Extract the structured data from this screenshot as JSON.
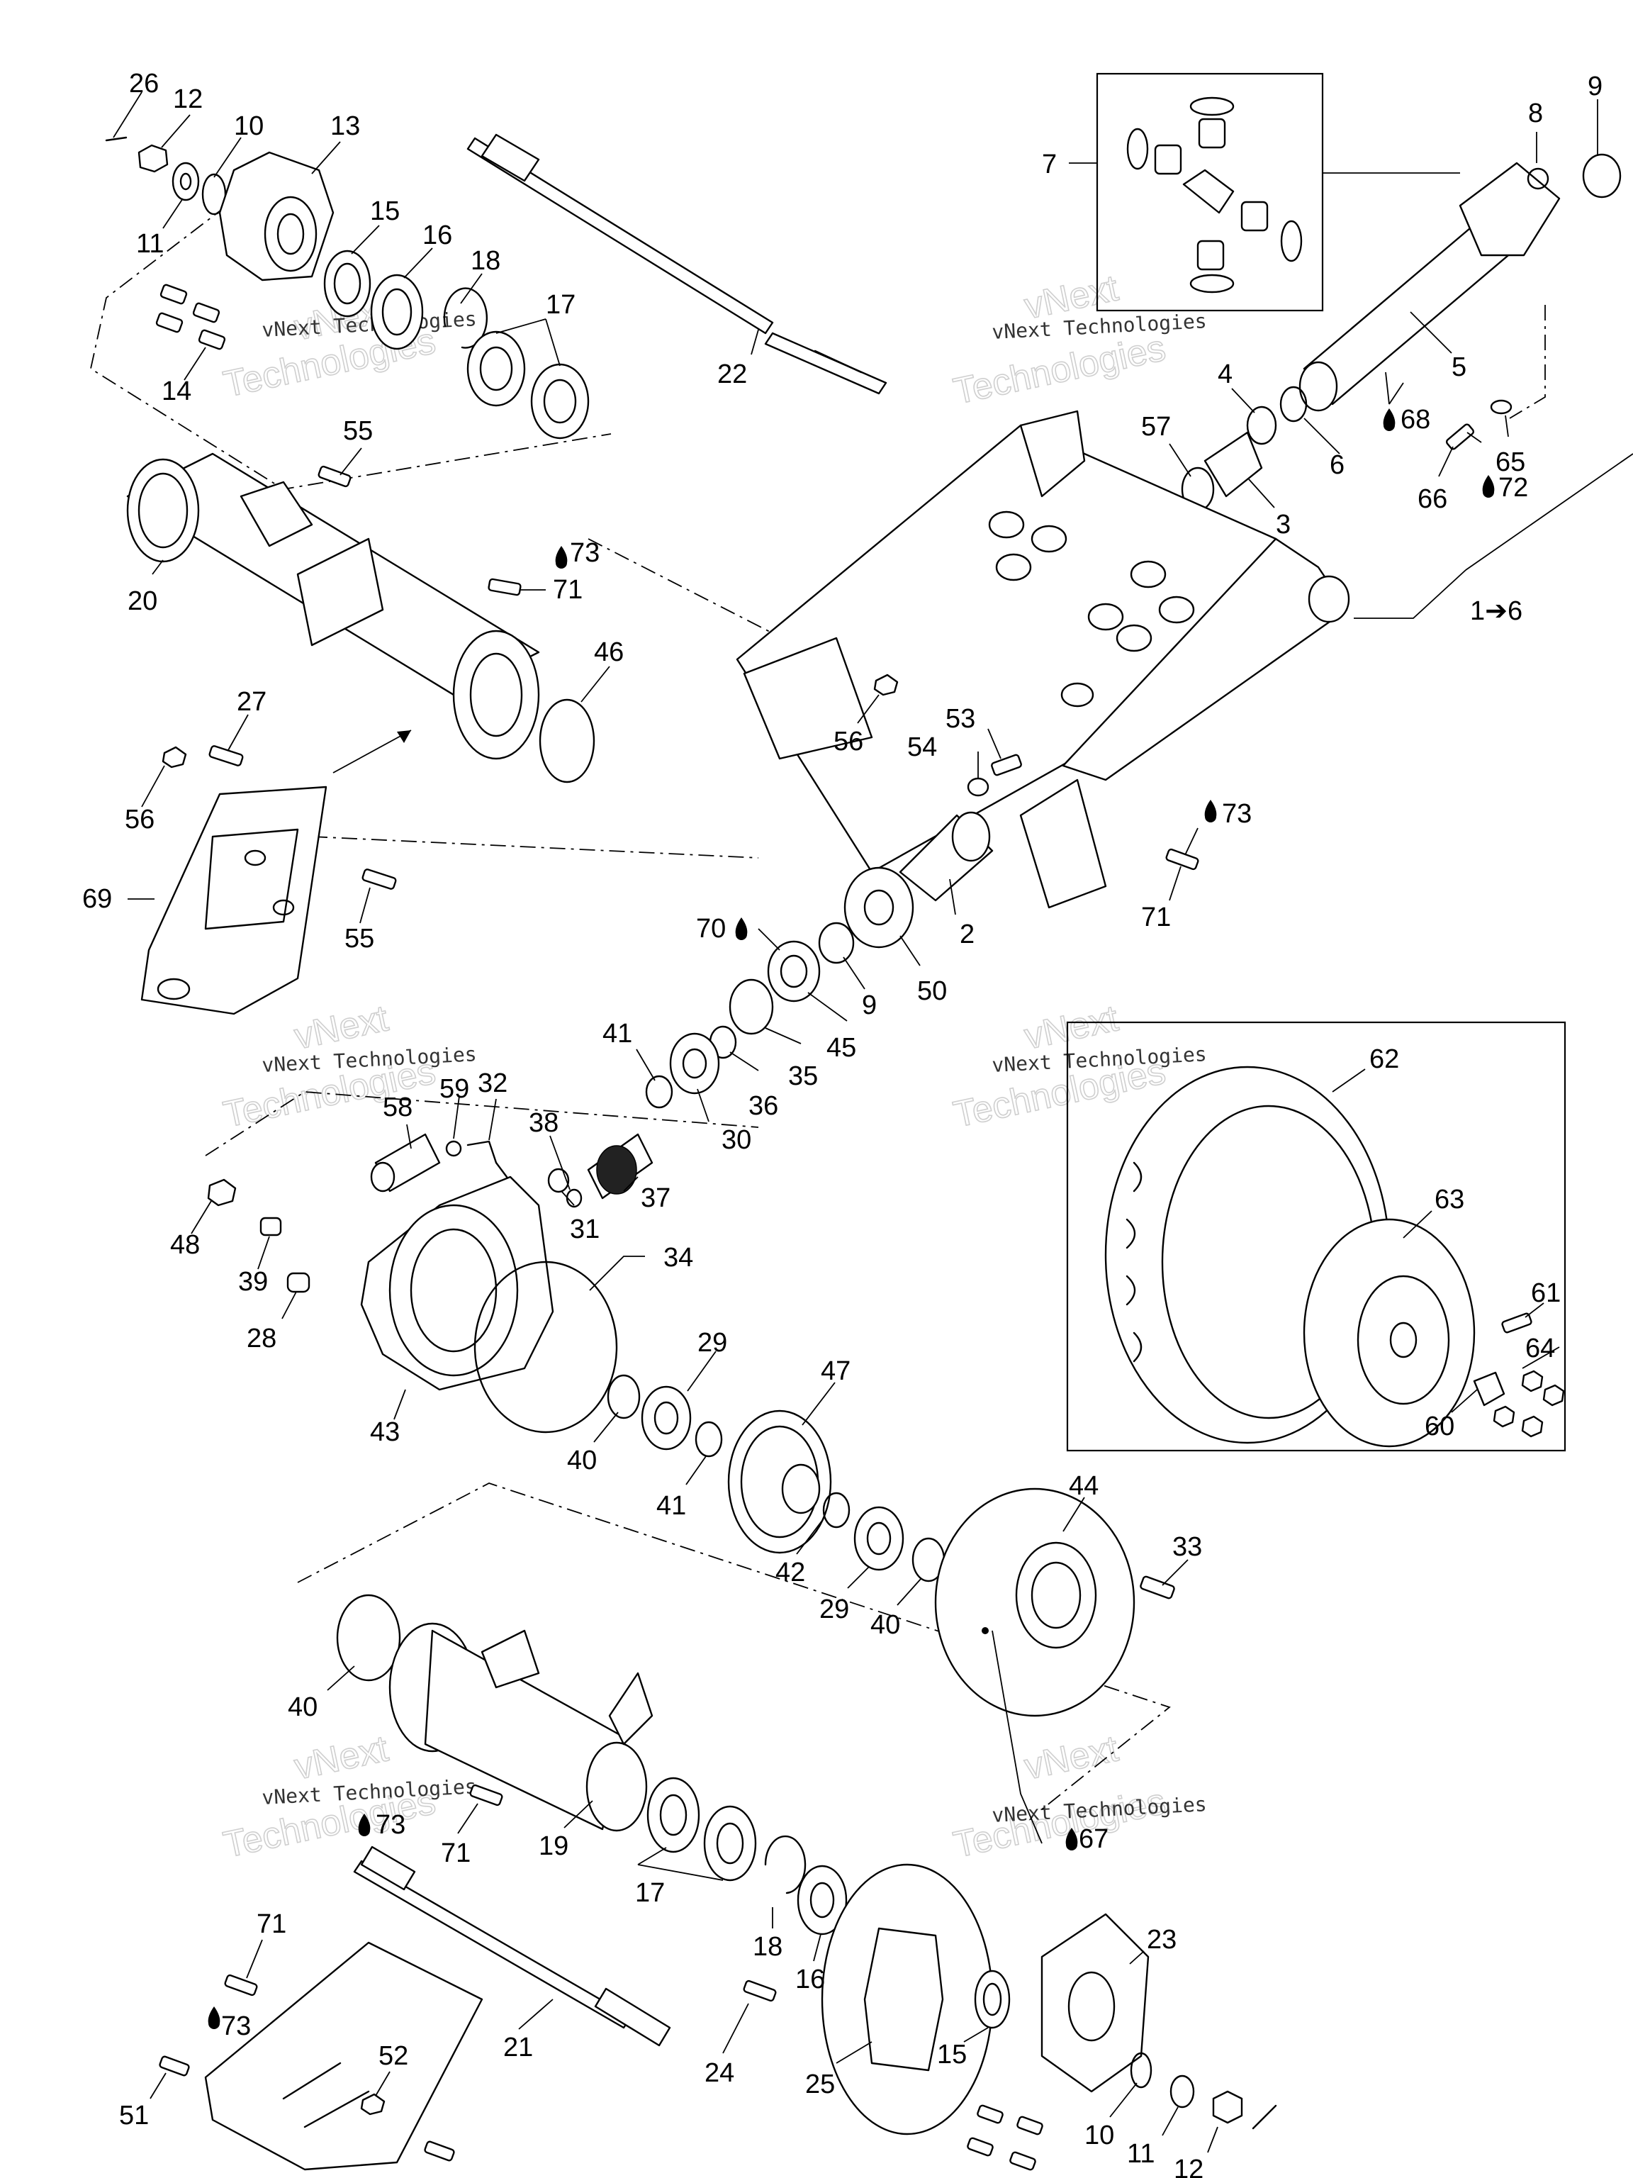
{
  "watermark": {
    "line1": "vNext",
    "line2": "Technologies",
    "mono": "vNext Technologies"
  },
  "callouts": [
    {
      "id": "c26",
      "text": "26"
    },
    {
      "id": "c12a",
      "text": "12"
    },
    {
      "id": "c10a",
      "text": "10"
    },
    {
      "id": "c13",
      "text": "13"
    },
    {
      "id": "c11a",
      "text": "11"
    },
    {
      "id": "c15a",
      "text": "15"
    },
    {
      "id": "c16a",
      "text": "16"
    },
    {
      "id": "c18a",
      "text": "18"
    },
    {
      "id": "c17a",
      "text": "17"
    },
    {
      "id": "c14a",
      "text": "14"
    },
    {
      "id": "c22",
      "text": "22"
    },
    {
      "id": "c55a",
      "text": "55"
    },
    {
      "id": "c20",
      "text": "20"
    },
    {
      "id": "c73a",
      "text": "73"
    },
    {
      "id": "c71a",
      "text": "71"
    },
    {
      "id": "c46",
      "text": "46"
    },
    {
      "id": "c27",
      "text": "27"
    },
    {
      "id": "c56a",
      "text": "56"
    },
    {
      "id": "c69",
      "text": "69"
    },
    {
      "id": "c55b",
      "text": "55"
    },
    {
      "id": "c7",
      "text": "7"
    },
    {
      "id": "c8",
      "text": "8"
    },
    {
      "id": "c9a",
      "text": "9"
    },
    {
      "id": "c5",
      "text": "5"
    },
    {
      "id": "c4",
      "text": "4"
    },
    {
      "id": "c57",
      "text": "57"
    },
    {
      "id": "c6",
      "text": "6"
    },
    {
      "id": "c3",
      "text": "3"
    },
    {
      "id": "c68",
      "text": "68"
    },
    {
      "id": "c65",
      "text": "65"
    },
    {
      "id": "c66",
      "text": "66"
    },
    {
      "id": "c72",
      "text": "72"
    },
    {
      "id": "c1to6",
      "text": "1➔6"
    },
    {
      "id": "c56b",
      "text": "56"
    },
    {
      "id": "c53",
      "text": "53"
    },
    {
      "id": "c54",
      "text": "54"
    },
    {
      "id": "c73b",
      "text": "73"
    },
    {
      "id": "c71b",
      "text": "71"
    },
    {
      "id": "c2",
      "text": "2"
    },
    {
      "id": "c70",
      "text": "70"
    },
    {
      "id": "c9b",
      "text": "9"
    },
    {
      "id": "c50",
      "text": "50"
    },
    {
      "id": "c45",
      "text": "45"
    },
    {
      "id": "c41a",
      "text": "41"
    },
    {
      "id": "c35",
      "text": "35"
    },
    {
      "id": "c36",
      "text": "36"
    },
    {
      "id": "c30",
      "text": "30"
    },
    {
      "id": "c59",
      "text": "59"
    },
    {
      "id": "c32",
      "text": "32"
    },
    {
      "id": "c58",
      "text": "58"
    },
    {
      "id": "c38",
      "text": "38"
    },
    {
      "id": "c37",
      "text": "37"
    },
    {
      "id": "c31",
      "text": "31"
    },
    {
      "id": "c48",
      "text": "48"
    },
    {
      "id": "c39",
      "text": "39"
    },
    {
      "id": "c28",
      "text": "28"
    },
    {
      "id": "c34",
      "text": "34"
    },
    {
      "id": "c43",
      "text": "43"
    },
    {
      "id": "c29a",
      "text": "29"
    },
    {
      "id": "c47",
      "text": "47"
    },
    {
      "id": "c40a",
      "text": "40"
    },
    {
      "id": "c41b",
      "text": "41"
    },
    {
      "id": "c42",
      "text": "42"
    },
    {
      "id": "c29b",
      "text": "29"
    },
    {
      "id": "c40b",
      "text": "40"
    },
    {
      "id": "c44",
      "text": "44"
    },
    {
      "id": "c33",
      "text": "33"
    },
    {
      "id": "c62",
      "text": "62"
    },
    {
      "id": "c63",
      "text": "63"
    },
    {
      "id": "c61",
      "text": "61"
    },
    {
      "id": "c64",
      "text": "64"
    },
    {
      "id": "c60",
      "text": "60"
    },
    {
      "id": "c40c",
      "text": "40"
    },
    {
      "id": "c71c",
      "text": "71"
    },
    {
      "id": "c73c",
      "text": "73"
    },
    {
      "id": "c19",
      "text": "19"
    },
    {
      "id": "c67",
      "text": "67"
    },
    {
      "id": "c17b",
      "text": "17"
    },
    {
      "id": "c18b",
      "text": "18"
    },
    {
      "id": "c16b",
      "text": "16"
    },
    {
      "id": "c23",
      "text": "23"
    },
    {
      "id": "c71d",
      "text": "71"
    },
    {
      "id": "c73d",
      "text": "73"
    },
    {
      "id": "c21",
      "text": "21"
    },
    {
      "id": "c24",
      "text": "24"
    },
    {
      "id": "c25",
      "text": "25"
    },
    {
      "id": "c15b",
      "text": "15"
    },
    {
      "id": "c52",
      "text": "52"
    },
    {
      "id": "c51",
      "text": "51"
    },
    {
      "id": "c10b",
      "text": "10"
    },
    {
      "id": "c11b",
      "text": "11"
    },
    {
      "id": "c12b",
      "text": "12"
    }
  ]
}
